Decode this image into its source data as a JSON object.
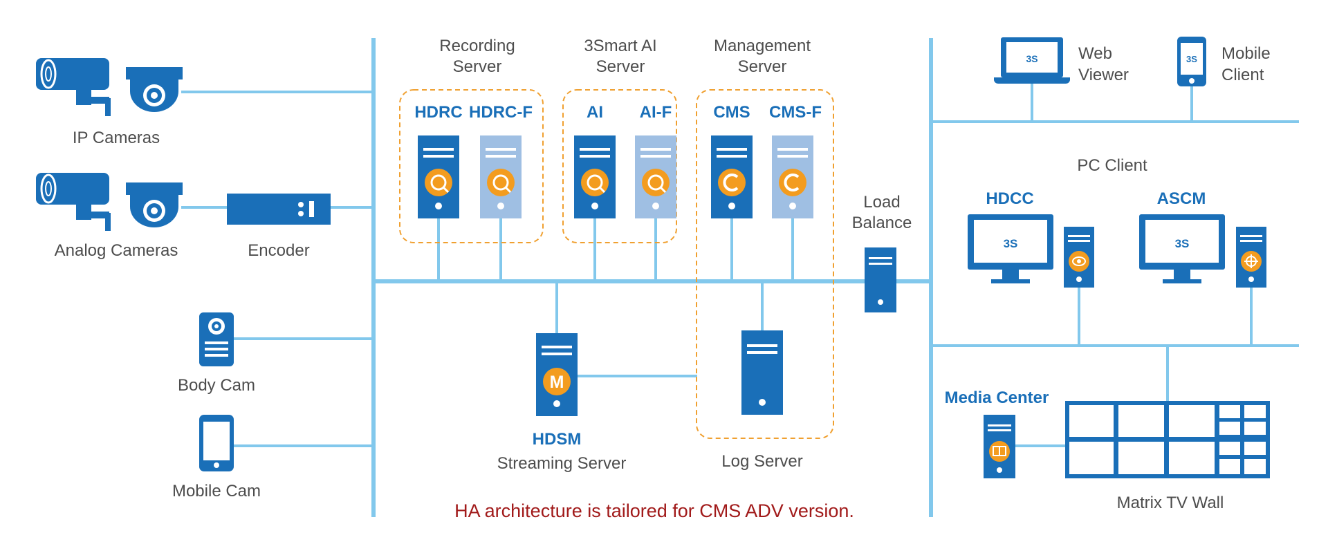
{
  "colors": {
    "primary_blue": "#1a6fb8",
    "light_blue": "#9fbfe3",
    "line_blue": "#82c8ec",
    "accent_orange": "#f39c1f",
    "note_red": "#a11a1a",
    "text_gray": "#4d4d4d"
  },
  "left_devices": {
    "ip_cameras": "IP Cameras",
    "analog_cameras": "Analog Cameras",
    "encoder": "Encoder",
    "body_cam": "Body Cam",
    "mobile_cam": "Mobile Cam"
  },
  "server_groups": {
    "recording": {
      "title_line1": "Recording",
      "title_line2": "Server",
      "primary": "HDRC",
      "failover": "HDRC-F"
    },
    "ai": {
      "title_line1": "3Smart AI",
      "title_line2": "Server",
      "primary": "AI",
      "failover": "AI-F"
    },
    "management": {
      "title_line1": "Management",
      "title_line2": "Server",
      "primary": "CMS",
      "failover": "CMS-F"
    }
  },
  "streaming": {
    "name": "HDSM",
    "label": "Streaming Server",
    "icon_letter": "M"
  },
  "log_server": "Log Server",
  "load_balance": {
    "line1": "Load",
    "line2": "Balance"
  },
  "clients": {
    "web_viewer": {
      "line1": "Web",
      "line2": "Viewer"
    },
    "mobile_client": {
      "line1": "Mobile",
      "line2": "Client"
    },
    "pc_client": "PC Client",
    "hdcc": "HDCC",
    "ascm": "ASCM",
    "media_center": "Media Center",
    "tv_wall": "Matrix TV Wall",
    "logo_text": "3S"
  },
  "note": "HA architecture is tailored for CMS ADV version."
}
